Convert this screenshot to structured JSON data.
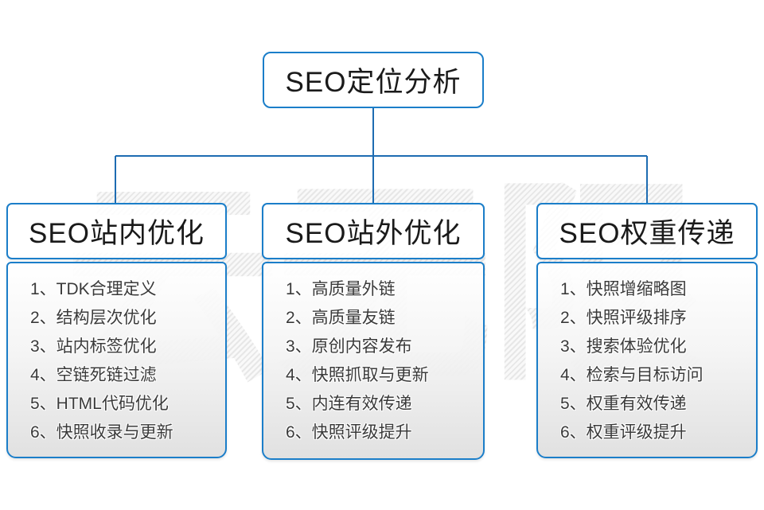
{
  "watermark": {
    "text": "云无限"
  },
  "root": {
    "title": "SEO定位分析"
  },
  "columns": [
    {
      "title": "SEO站内优化",
      "items": [
        "1、TDK合理定义",
        "2、结构层次优化",
        "3、站内标签优化",
        "4、空链死链过滤",
        "5、HTML代码优化",
        "6、快照收录与更新"
      ]
    },
    {
      "title": "SEO站外优化",
      "items": [
        "1、高质量外链",
        "2、高质量友链",
        "3、原创内容发布",
        "4、快照抓取与更新",
        "5、内连有效传递",
        "6、快照评级提升"
      ]
    },
    {
      "title": "SEO权重传递",
      "items": [
        "1、快照增缩略图",
        "2、快照评级排序",
        "3、搜索体验优化",
        "4、检索与目标访问",
        "5、权重有效传递",
        "6、权重评级提升"
      ]
    }
  ],
  "colors": {
    "box_border": "#1b7ec9",
    "connector_line": "#1e6cb2",
    "list_text": "#3a3a3a",
    "watermark": "#ececec"
  }
}
